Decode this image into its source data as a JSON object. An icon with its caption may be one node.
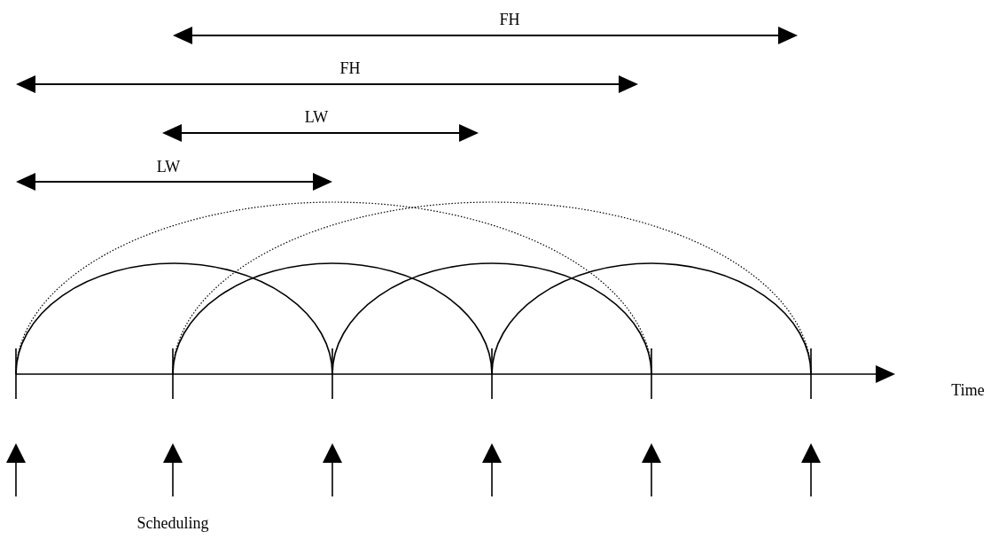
{
  "diagram": {
    "labels": [
      "FH",
      "FH",
      "LW",
      "LW",
      "Time",
      "Scheduling"
    ]
  }
}
